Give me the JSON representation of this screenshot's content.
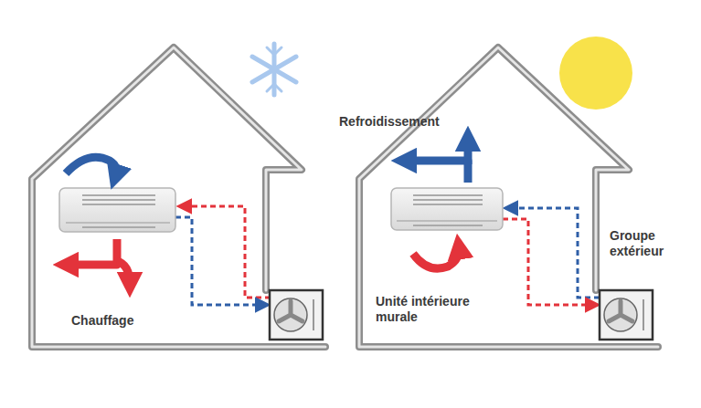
{
  "diagram": {
    "labels": [
      "Chauffage",
      "Refroidissement",
      "Unité intérieure murale",
      "Groupe extérieur"
    ]
  }
}
